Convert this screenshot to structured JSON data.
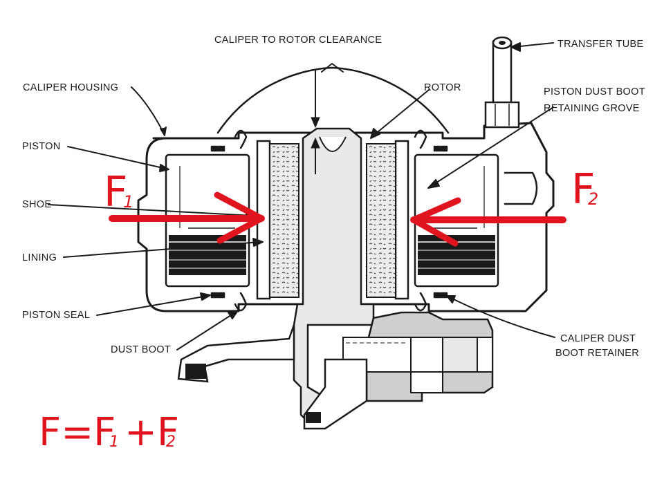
{
  "labels": {
    "caliper_to_rotor_clearance": "CALIPER TO ROTOR CLEARANCE",
    "transfer_tube": "TRANSFER TUBE",
    "caliper_housing": "CALIPER HOUSING",
    "rotor": "ROTOR",
    "piston_dust_boot_line1": "PISTON DUST BOOT",
    "piston_dust_boot_line2": "RETAINING GROVE",
    "piston": "PISTON",
    "shoe": "SHOE",
    "lining": "LINING",
    "piston_seal": "PISTON SEAL",
    "dust_boot": "DUST BOOT",
    "caliper_dust_boot_retainer_line1": "CALIPER DUST",
    "caliper_dust_boot_retainer_line2": "BOOT RETAINER"
  },
  "forces": {
    "f1_main": "F",
    "f1_sub": "1",
    "f2_main": "F",
    "f2_sub": "2"
  },
  "equation": {
    "lhs": "F=F",
    "sub1": "1",
    "plus": "+F",
    "sub2": "2"
  },
  "colors": {
    "ink": "#1a1a1a",
    "force_red": "#e0141e",
    "lining_fill": "#e4e4e4",
    "body_fill": "#ffffff",
    "shade": "#cfcfcf"
  }
}
